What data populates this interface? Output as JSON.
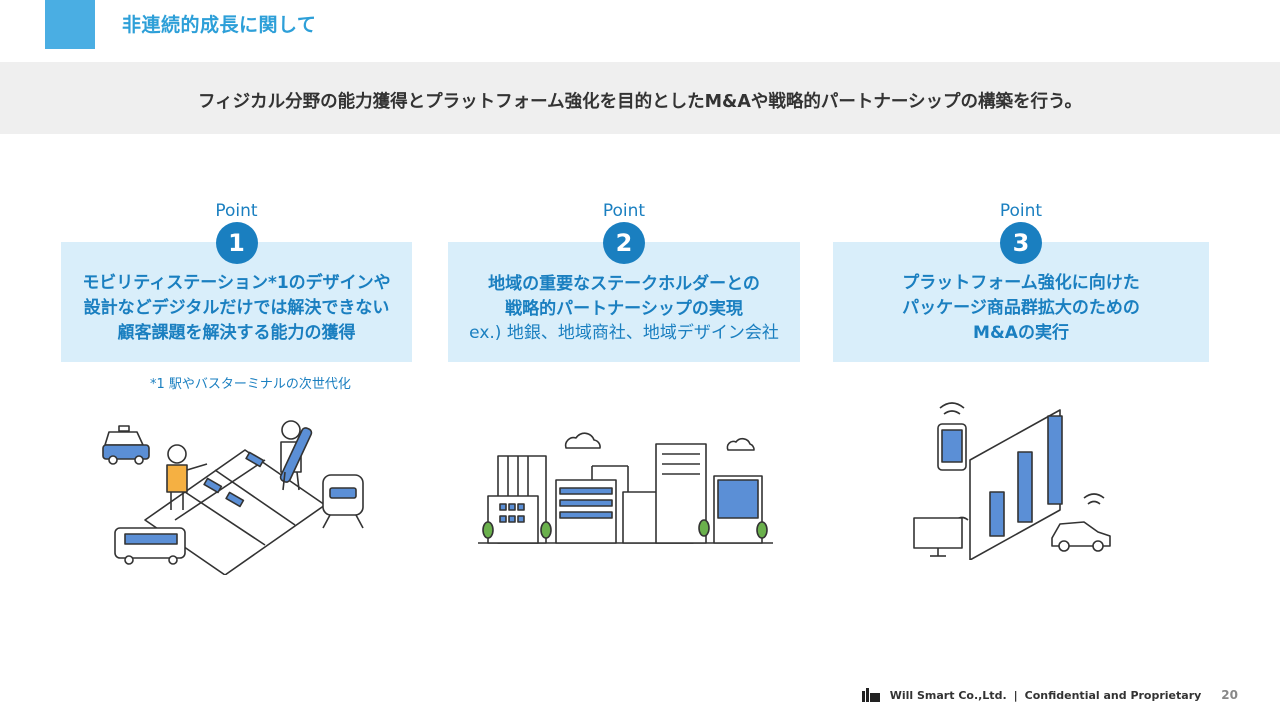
{
  "header": {
    "title": "非連続的成長に関して"
  },
  "banner": {
    "text": "フィジカル分野の能力獲得とプラットフォーム強化を目的としたM&Aや戦略的パートナーシップの構築を行う。"
  },
  "points": [
    {
      "label": "Point",
      "number": "1",
      "lines": [
        "モビリティステーション*1のデザインや",
        "設計などデジタルだけでは解決できない",
        "顧客課題を解決する能力の獲得"
      ],
      "footnote": "*1 駅やバスターミナルの次世代化"
    },
    {
      "label": "Point",
      "number": "2",
      "lines": [
        "地域の重要なステークホルダーとの",
        "戦略的パートナーシップの実現"
      ],
      "sub": "ex.) 地銀、地域商社、地域デザイン会社"
    },
    {
      "label": "Point",
      "number": "3",
      "lines": [
        "プラットフォーム強化に向けた",
        "パッケージ商品群拡大のための",
        "M&Aの実行"
      ]
    }
  ],
  "footer": {
    "company": "Will Smart Co.,Ltd.",
    "separator": "|",
    "confidential": "Confidential and Proprietary",
    "page": "20"
  },
  "colors": {
    "accent": "#4aaee3",
    "primary": "#1a7fc0",
    "box": "#d9eefa",
    "banner": "#efefef"
  }
}
